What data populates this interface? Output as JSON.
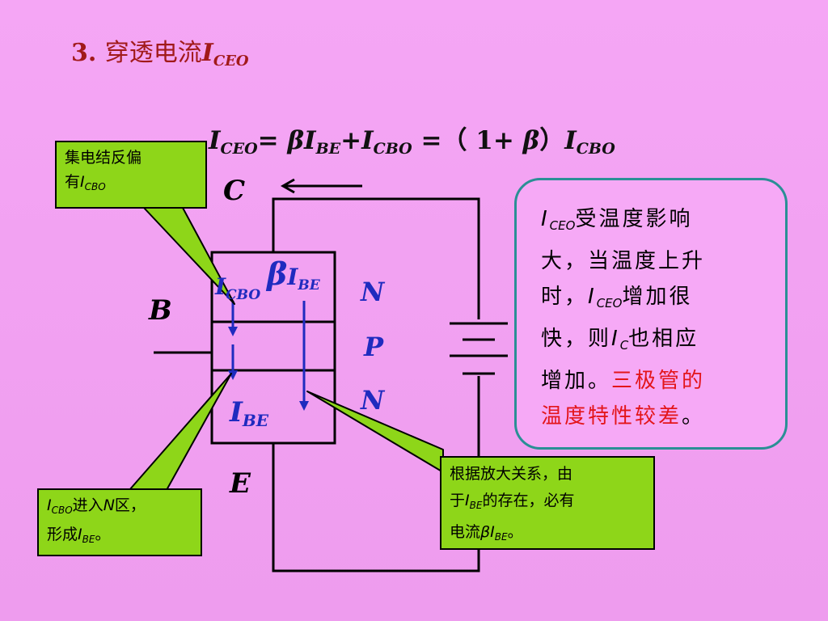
{
  "title": {
    "num": "3.",
    "text": "穿透电流",
    "var": "I",
    "sub": "CEO"
  },
  "formula": {
    "lhs_var": "I",
    "lhs_sub": "CEO",
    "eq1": "= ",
    "beta1": "β",
    "var2": "I",
    "sub2": "BE",
    "plus": "+",
    "var3": "I",
    "sub3": "CBO",
    "eq2": " =（ 1+ ",
    "beta2": "β",
    "close": "）",
    "var4": "I",
    "sub4": "CBO"
  },
  "labels": {
    "C": "C",
    "B": "B",
    "E": "E",
    "N1": "N",
    "P": "P",
    "N2": "N"
  },
  "device_labels": {
    "icbo_var": "I",
    "icbo_sub": "CBO",
    "beta": "β",
    "ibe_var": "I",
    "ibe_sub": "BE",
    "ibe2_var": "I",
    "ibe2_sub": "BE"
  },
  "callouts": {
    "top_left": {
      "line1": "集电结反偏",
      "line2_pre": "有",
      "var": "I",
      "sub": "CBO"
    },
    "bottom_left": {
      "var1": "I",
      "sub1": "CBO",
      "text1": "进入",
      "n": "N",
      "text2": "区，",
      "line2_pre": "形成",
      "var2": "I",
      "sub2": "BE",
      "end": "。"
    },
    "bottom_right": {
      "line1": "根据放大关系，由",
      "line2_pre": "于",
      "var1": "I",
      "sub1": "BE",
      "line2_post": "的存在，必有",
      "line3_pre": "电流",
      "beta": "β",
      "var2": "I",
      "sub2": "BE",
      "end": "。"
    }
  },
  "note": {
    "var1": "I",
    "sub1": "CEO",
    "t1": "受温度影响",
    "t2": "大，当温度上升",
    "t3a": "时，",
    "var2": "I",
    "sub2": "CEO",
    "t3b": "增加很",
    "t4a": "快，则",
    "var3": "I",
    "sub3": "C",
    "t4b": "也相应",
    "t5a": "增加。",
    "t5red": "三极管的",
    "t6red": "温度特性较差",
    "t6end": "。"
  },
  "colors": {
    "background": "#f5a6f5",
    "title": "#a11a1a",
    "callout": "#8ed619",
    "blue": "#1f2bbf",
    "note_border": "#2a8f95",
    "red": "#e3151a"
  }
}
